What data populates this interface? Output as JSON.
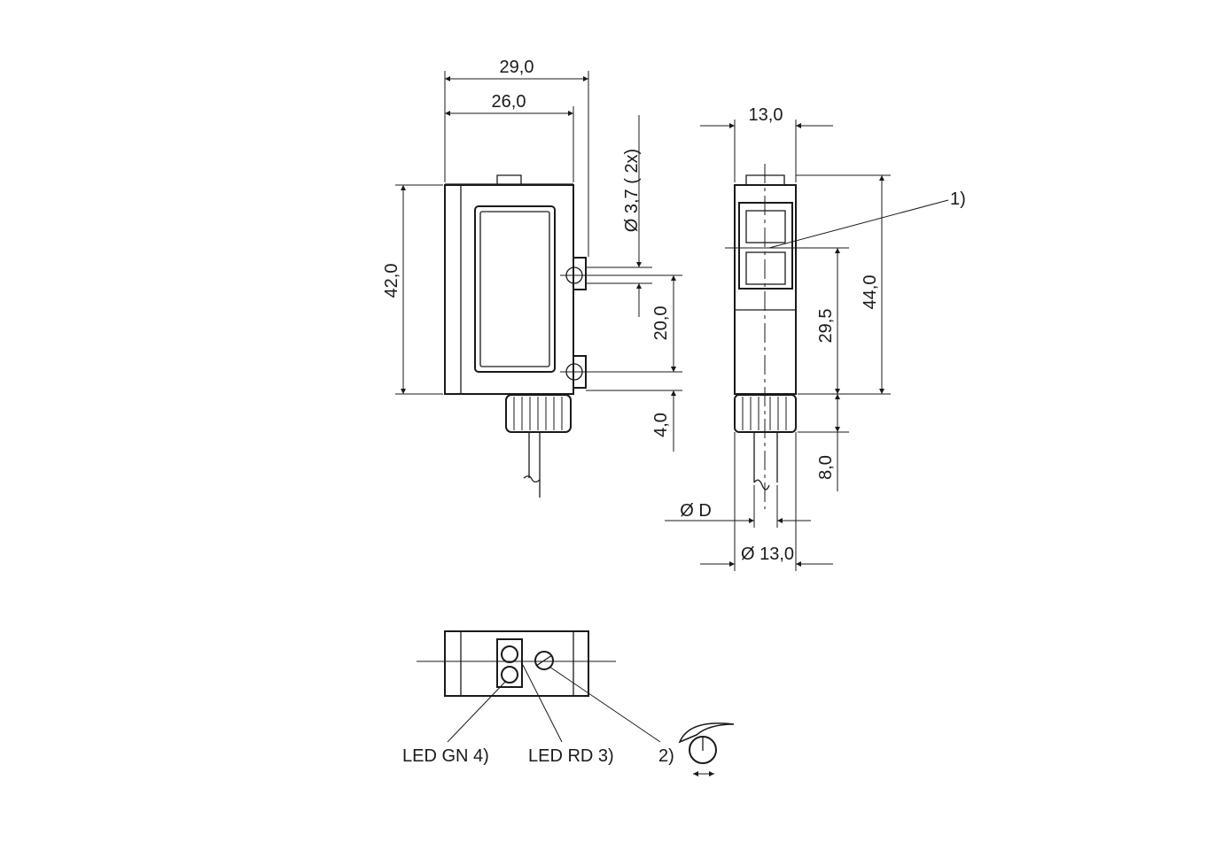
{
  "front_view": {
    "dim_width_outer": "29,0",
    "dim_width_inner": "26,0",
    "dim_height": "42,0",
    "dim_hole": "Ø 3,7  ( 2x)",
    "dim_hole_spacing": "20,0",
    "dim_offset": "4,0"
  },
  "side_view": {
    "dim_width": "13,0",
    "dim_height": "44,0",
    "dim_optical_axis": "29,5",
    "dim_connector": "8,0",
    "dim_cable": "Ø D",
    "dim_connector_dia": "Ø 13,0",
    "note_1": "1)"
  },
  "top_view": {
    "led_green": "LED GN 4)",
    "led_red": "LED RD 3)",
    "note_2": "2)"
  },
  "colors": {
    "line": "#1a1a1a",
    "background": "#ffffff"
  }
}
